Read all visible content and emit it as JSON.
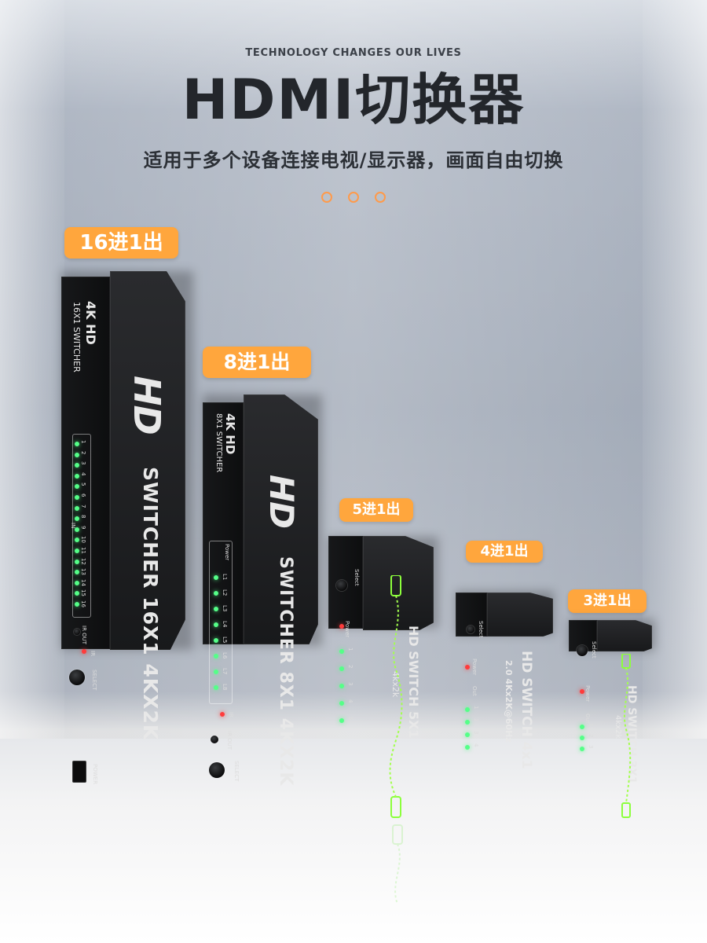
{
  "header": {
    "tagline": "TECHNOLOGY CHANGES OUR LIVES",
    "title": "HDMI切换器",
    "subtitle": "适用于多个设备连接电视/显示器，画面自由切换"
  },
  "labels": {
    "p16": "16进1出",
    "p8": "8进1出",
    "p5": "5进1出",
    "p4": "4进1出",
    "p3": "3进1出"
  },
  "devices": {
    "d16": {
      "model_line1": "4K HD",
      "model_line2": "16X1 SWITCHER",
      "brand": "HD",
      "name": "SWITCHER 16X1 4KX2K",
      "ir_out": "IR OUT",
      "ir": "IR",
      "select": "SELECT",
      "power": "POWER",
      "in": "IN",
      "numbers": [
        "1",
        "2",
        "3",
        "4",
        "5",
        "6",
        "7",
        "8",
        "9",
        "10",
        "11",
        "12",
        "13",
        "14",
        "15",
        "16"
      ]
    },
    "d8": {
      "model_line1": "4K HD",
      "model_line2": "8X1 SWITCHER",
      "brand": "HD",
      "name": "SWITCHER 8X1 4KX2K",
      "power": "Power",
      "ir": "IR",
      "ir_out": "IR OUT",
      "select": "SELECT",
      "leds": [
        "L1",
        "L2",
        "L3",
        "L4",
        "L5",
        "L6",
        "L7",
        "L8"
      ]
    },
    "d5": {
      "select": "Select",
      "power": "Power",
      "name": "HD SWITCH 5X1",
      "res": "4kx2k",
      "nums": [
        "1",
        "2",
        "3",
        "4",
        "5"
      ]
    },
    "d4": {
      "select": "Select",
      "power": "Power",
      "out": "Out",
      "name": "HD SWITCH 4x1",
      "res": "2.0 4Kx2K@60Hz",
      "nums": [
        "1",
        "2",
        "3",
        "4"
      ]
    },
    "d3": {
      "select": "Select",
      "power": "Power",
      "out": "Out",
      "name": "HD SWITCH 3X1",
      "res": "4kx2k",
      "nums": [
        "1",
        "2",
        "3"
      ]
    }
  }
}
